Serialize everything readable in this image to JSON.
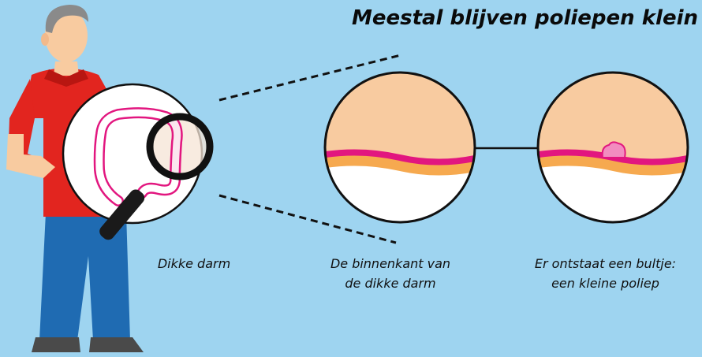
{
  "title": "Meestal blijven poliepen klein",
  "captions": {
    "colon": "Dikke darm",
    "inner_line1": "De binnenkant van",
    "inner_line2": "de dikke darm",
    "polyp_line1": "Er ontstaat een bultje:",
    "polyp_line2": "een kleine poliep"
  },
  "colors": {
    "background": "#9ed4f0",
    "skin": "#f8cba0",
    "shirt": "#e2251f",
    "trousers": "#1f6bb2",
    "hair": "#8a8a8a",
    "mucosa_line": "#e2167f",
    "tissue": "#f6c68e",
    "polyp": "#f28cc0"
  },
  "icons": [
    "person-illustration",
    "magnifying-glass-icon",
    "colon-illustration",
    "polyp-icon"
  ]
}
